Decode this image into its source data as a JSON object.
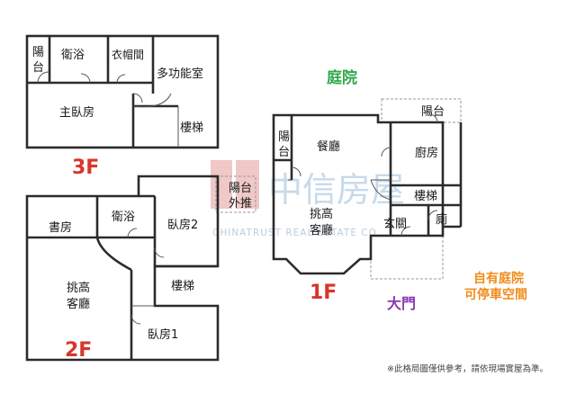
{
  "colors": {
    "floor_label": "#d9352a",
    "garden_label": "#2fa84a",
    "gate_label": "#8b36b4",
    "parking_label": "#f08c1a",
    "watermark_logo": "#e8a7a7",
    "watermark_text": "#c2d7e8"
  },
  "floor_3f": {
    "label": "3F",
    "balcony": "陽台",
    "bathroom": "衛浴",
    "closet": "衣帽間",
    "multipurpose": "多功能室",
    "master_bedroom": "主臥房",
    "stairs": "樓梯"
  },
  "floor_2f": {
    "label": "2F",
    "study": "書房",
    "bathroom": "衛浴",
    "bedroom2": "臥房2",
    "balcony_outward": "陽台外推",
    "stairs": "樓梯",
    "living_room": "挑高客廳",
    "bedroom1": "臥房1"
  },
  "floor_1f": {
    "label": "1F",
    "garden": "庭院",
    "balcony_top": "陽台",
    "balcony_left": "陽台",
    "dining": "餐廳",
    "kitchen": "廚房",
    "stairs": "樓梯",
    "living_room": "挑高客廳",
    "entrance": "玄關",
    "toilet": "廁",
    "gate": "大門"
  },
  "parking_note": [
    "自有庭院",
    "可停車空間"
  ],
  "watermark": {
    "chinese": "中信房屋",
    "english": "CHINATRUST REAL ESTATE CO."
  },
  "footnote": "※此格局圖僅供參考，請依現場實屋為準。"
}
